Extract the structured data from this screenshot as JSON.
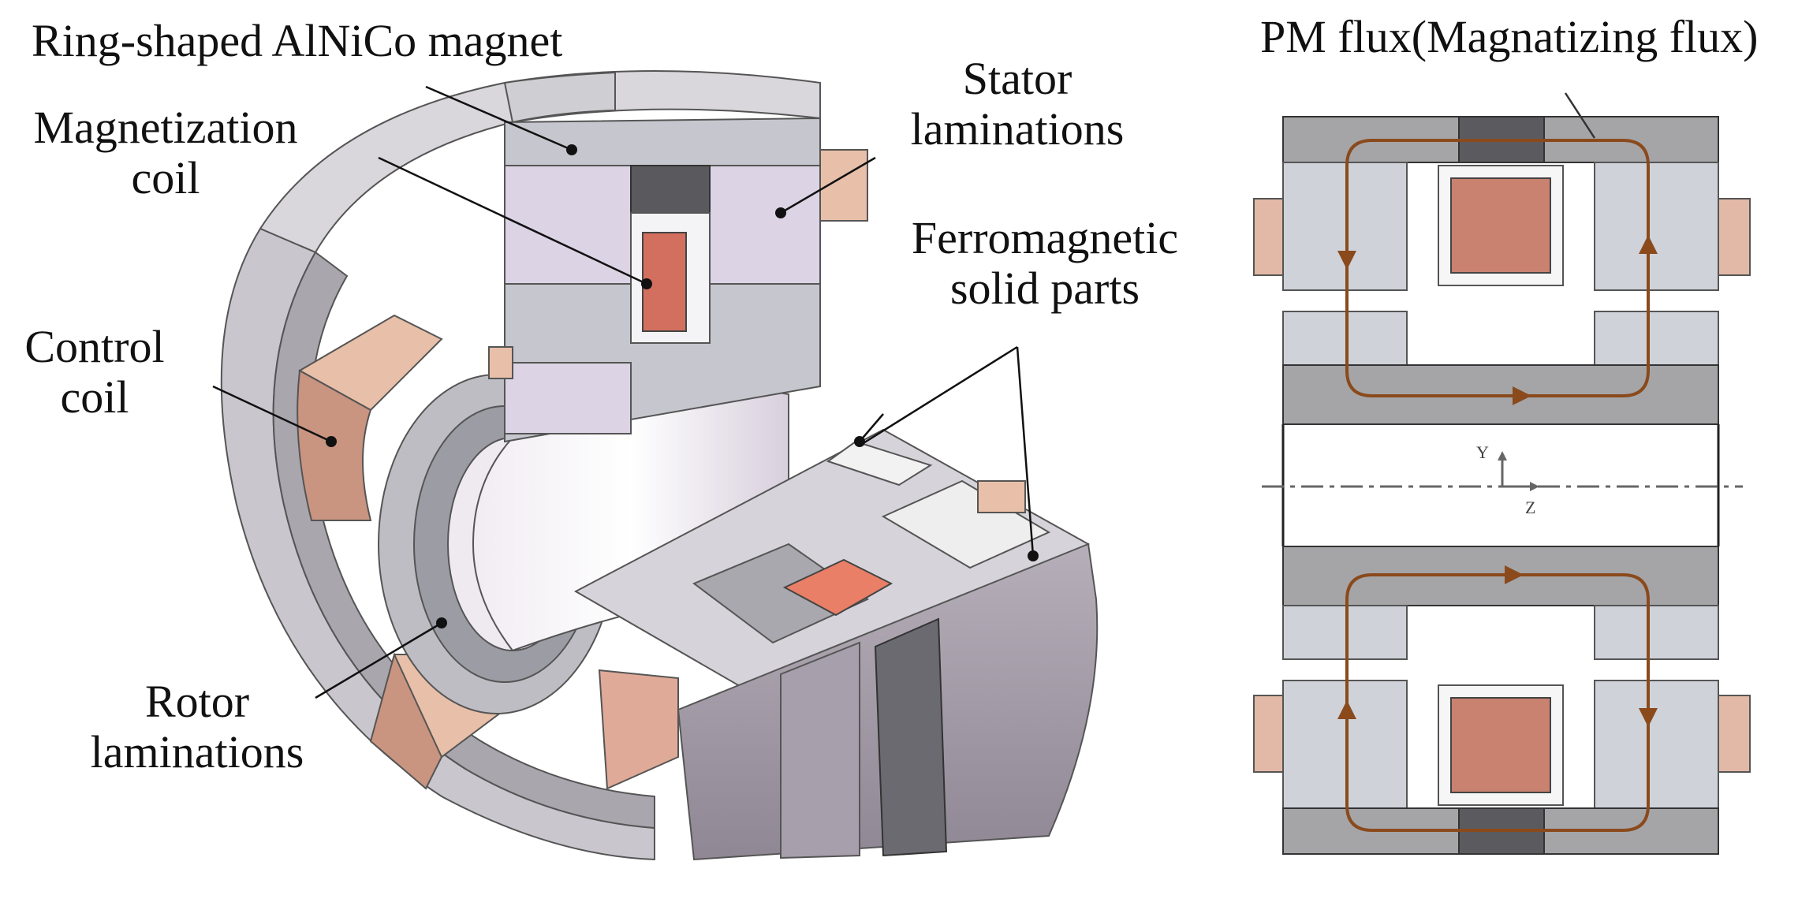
{
  "labels": {
    "magnet": "Ring-shaped AlNiCo magnet",
    "magnetization_coil_1": "Magnetization",
    "magnetization_coil_2": "coil",
    "stator_1": "Stator",
    "stator_2": "laminations",
    "ferro_1": "Ferromagnetic",
    "ferro_2": "solid parts",
    "control_1": "Control",
    "control_2": "coil",
    "rotor_1": "Rotor",
    "rotor_2": "laminations",
    "flux": "PM flux(Magnatizing flux)",
    "axis_y": "Y",
    "axis_z": "Z"
  },
  "colors": {
    "stator_gray": "#c3c6cc",
    "lamination_violet": "#ddd5e6",
    "solid_gray": "#a8a8a8",
    "magnet_dark": "#5a5a5e",
    "coil_copper": "#c98b78",
    "coil_light": "#e8bfa8",
    "flux_brown": "#8a4a1c"
  }
}
